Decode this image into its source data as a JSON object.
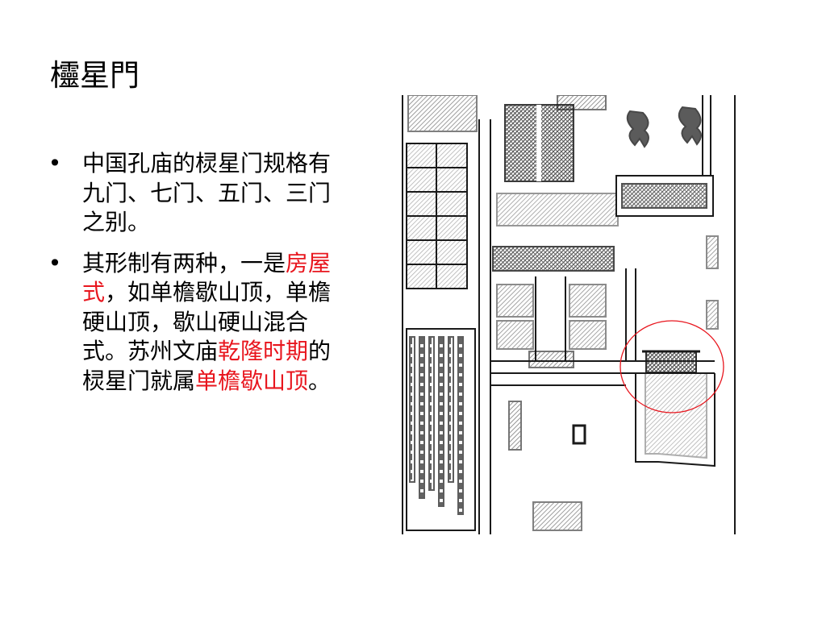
{
  "title": "欞星門",
  "bullets": [
    {
      "segments": [
        {
          "text": "中国孔庙的棂星门规格有九门、七门、五门、三门之别。",
          "highlight": false
        }
      ]
    },
    {
      "segments": [
        {
          "text": "其形制有两种，一是",
          "highlight": false
        },
        {
          "text": "房屋式",
          "highlight": true
        },
        {
          "text": "，如单檐歇山顶，单檐硬山顶，歇山硬山混合式。苏州文庙",
          "highlight": false
        },
        {
          "text": "乾隆时期",
          "highlight": true
        },
        {
          "text": "的棂星门就属",
          "highlight": false
        },
        {
          "text": "单檐歇山顶",
          "highlight": true
        },
        {
          "text": "。",
          "highlight": false
        }
      ]
    }
  ],
  "colors": {
    "highlight": "#e8161e",
    "annotation_circle": "#e8161e",
    "ink": "#1a1a1a"
  },
  "icons": {
    "bullet": "bullet-dot"
  }
}
